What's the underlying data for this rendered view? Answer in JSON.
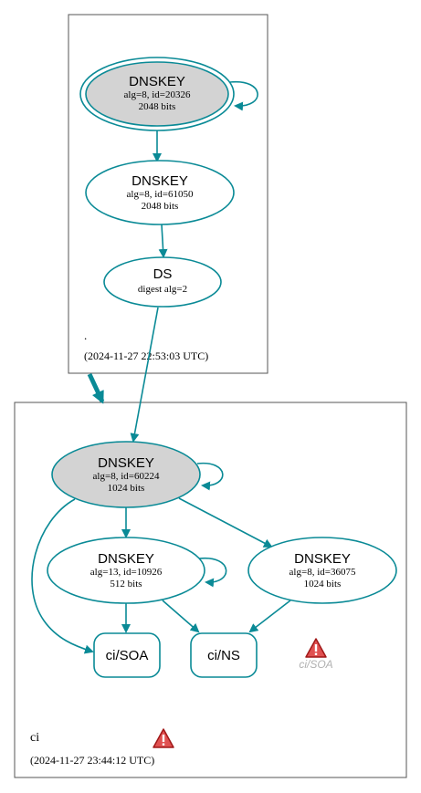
{
  "colors": {
    "edge": "#0a8a96",
    "box": "#555555",
    "node_fill_trusted": "#d3d3d3",
    "node_fill": "#ffffff",
    "warn_red": "#cc2222",
    "warn_label": "#b0b0b0"
  },
  "zone_root": {
    "name": ".",
    "timestamp": "(2024-11-27 22:53:03 UTC)",
    "ksk": {
      "title": "DNSKEY",
      "line1": "alg=8, id=20326",
      "line2": "2048 bits"
    },
    "zsk": {
      "title": "DNSKEY",
      "line1": "alg=8, id=61050",
      "line2": "2048 bits"
    },
    "ds": {
      "title": "DS",
      "line1": "digest alg=2"
    }
  },
  "zone_ci": {
    "name": "ci",
    "timestamp": "(2024-11-27 23:44:12 UTC)",
    "ksk": {
      "title": "DNSKEY",
      "line1": "alg=8, id=60224",
      "line2": "1024 bits"
    },
    "zsk1": {
      "title": "DNSKEY",
      "line1": "alg=13, id=10926",
      "line2": "512 bits"
    },
    "zsk2": {
      "title": "DNSKEY",
      "line1": "alg=8, id=36075",
      "line2": "1024 bits"
    },
    "rr_soa": "ci/SOA",
    "rr_ns": "ci/NS",
    "warning_label": "ci/SOA",
    "warning_icon": "warning-triangle-icon"
  }
}
